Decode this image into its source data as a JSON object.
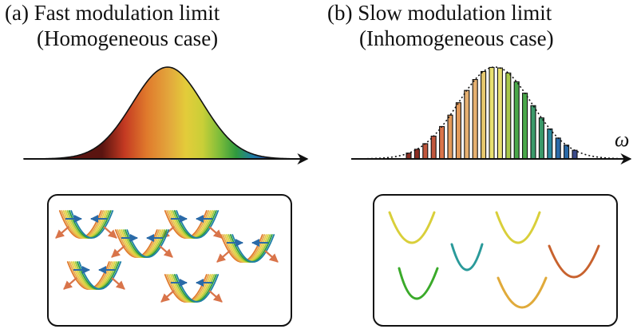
{
  "panel_a": {
    "title_line1": "(a) Fast modulation limit",
    "title_line2": "(Homogeneous case)"
  },
  "panel_b": {
    "title_line1": "(b) Slow modulation limit",
    "title_line2": "(Inhomogeneous case)"
  },
  "axis_label": "ω",
  "spectrum_colors": [
    "#6b1a10",
    "#c0392b",
    "#e07b2e",
    "#e8a84a",
    "#e6c84a",
    "#d9d23a",
    "#9cc43c",
    "#2e9e3c",
    "#1f7fa6",
    "#2a4a9e"
  ],
  "panel_b_bar_colors": [
    "#8b2d22",
    "#c0563c",
    "#d9744a",
    "#e39a5a",
    "#e6b070",
    "#e6c86e",
    "#e8e070",
    "#a8c84a",
    "#4aa84a",
    "#3a9a6a",
    "#2a8aa0",
    "#2a6aa8",
    "#3a4a8a"
  ],
  "panel_b_curve_colors": [
    "#d9cf3a",
    "#d9cf3a",
    "#2a9a9a",
    "#c8622e",
    "#3aaa2a",
    "#e0aa3a"
  ]
}
